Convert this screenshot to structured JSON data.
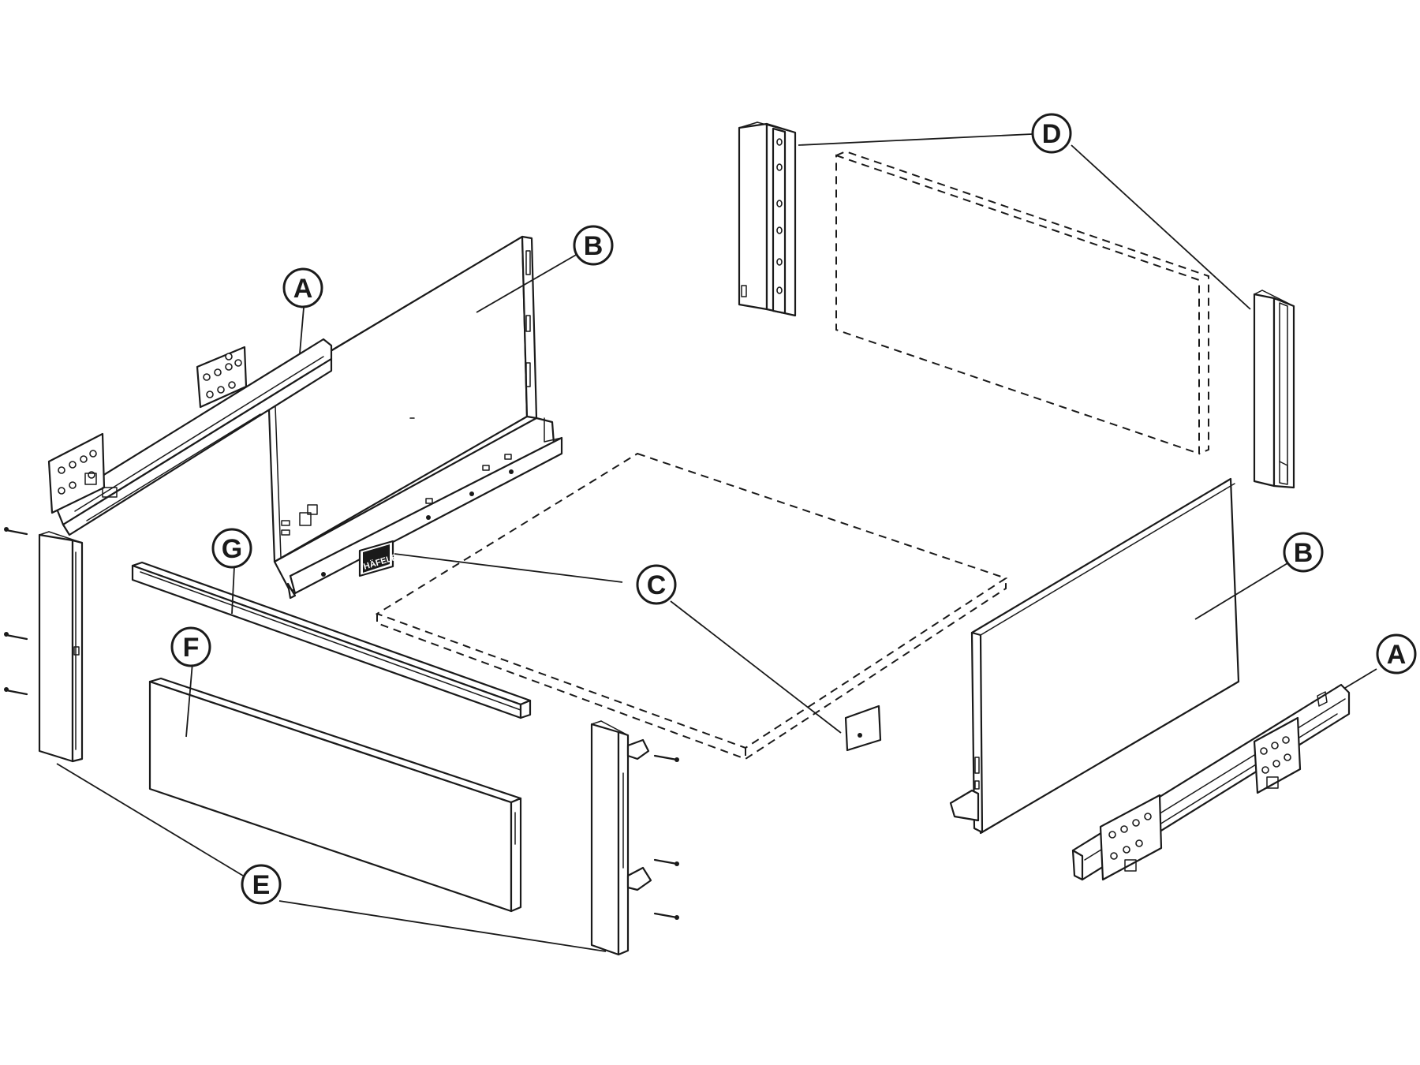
{
  "diagram": {
    "callouts": {
      "A_left": "A",
      "A_right": "A",
      "B_left": "B",
      "B_right": "B",
      "C": "C",
      "D": "D",
      "E": "E",
      "F": "F",
      "G": "G"
    },
    "brand_label": "HÄFELE"
  },
  "colors": {
    "line": "#1a1a1a",
    "background": "#ffffff"
  }
}
